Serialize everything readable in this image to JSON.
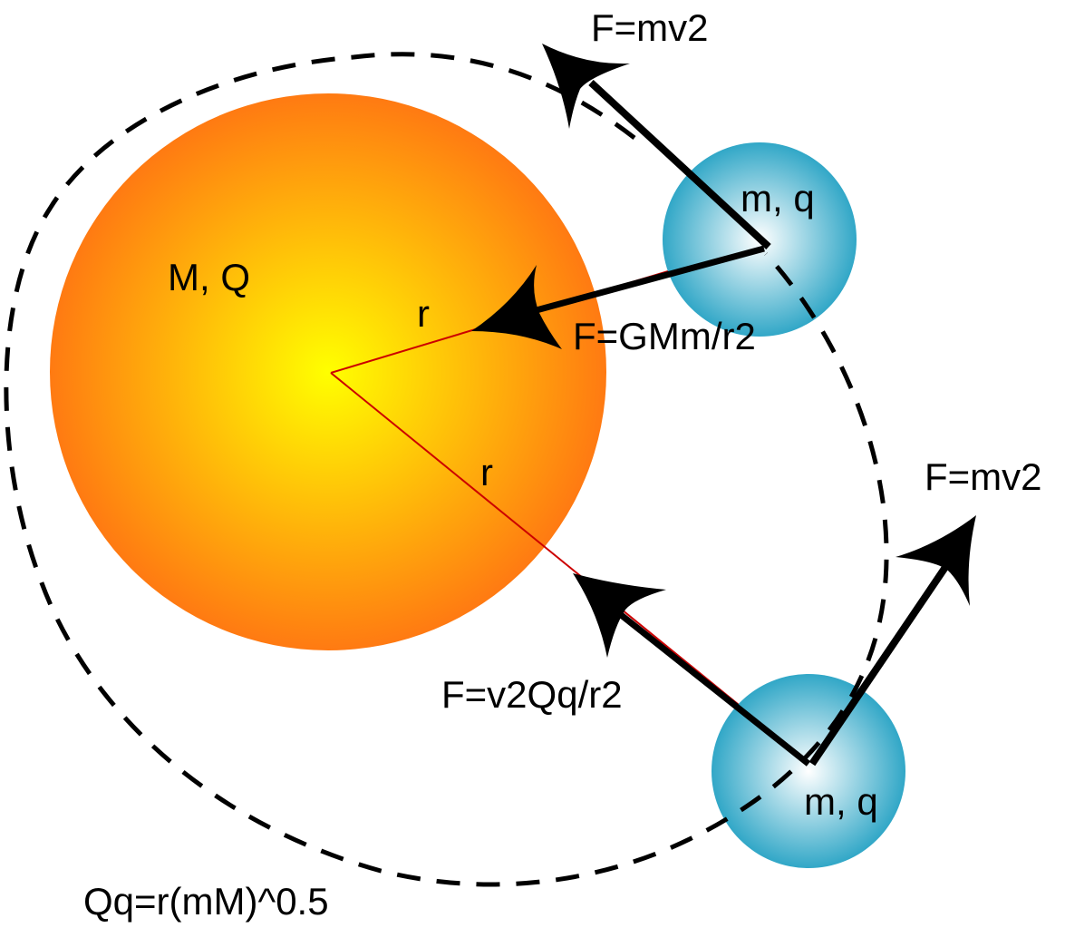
{
  "colors": {
    "central_body_center": "#ffff00",
    "central_body_edge": "#ff7a12",
    "particle_center": "#ffffff",
    "particle_edge": "#31a7c7",
    "radius_line": "#cc0000",
    "vector": "#000000",
    "orbit": "#000000"
  },
  "labels": {
    "central_body": "M, Q",
    "particle_top": "m, q",
    "particle_bottom": "m, q",
    "radius_top": "r",
    "radius_bottom": "r",
    "force_centripetal_top": "F=mv2",
    "force_centripetal_bottom": "F=mv2",
    "force_gravity": "F=GMm/r2",
    "force_electric": "F=v2Qq/r2",
    "relation": "Qq=r(mM)^0.5"
  }
}
